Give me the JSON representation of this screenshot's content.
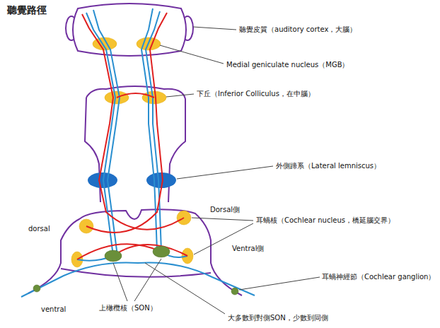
{
  "diagram": {
    "title": "聽覺路徑",
    "labels": [
      "聽覺皮質（auditory cortex，大腦）",
      "Medial geniculate nucleus（MGB）",
      "下丘（Inferior Colliculus，在中腦）",
      "外側蹄系（Lateral lemniscus）",
      "Dorsal側",
      "耳蝸核（Cochlear nucleus，橋延腦交界）",
      "Ventral側",
      "耳蝸神經節（Cochlear ganglion）",
      "上橄欖核（SON）",
      "大多數到對側SON，少數到同側",
      "dorsal",
      "ventral"
    ]
  }
}
